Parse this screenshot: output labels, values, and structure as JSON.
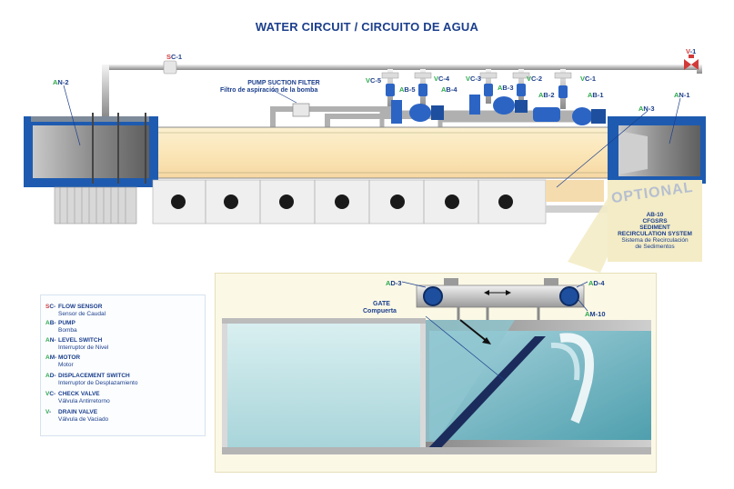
{
  "title": "WATER CIRCUIT / CIRCUITO DE AGUA",
  "tags": {
    "sc1": {
      "prefix": "S",
      "rest": "C-1"
    },
    "v1": {
      "prefix": "V",
      "rest": "-1"
    },
    "an2": {
      "prefix": "A",
      "rest": "N-2"
    },
    "an1": {
      "prefix": "A",
      "rest": "N-1"
    },
    "an3": {
      "prefix": "A",
      "rest": "N-3"
    },
    "vc5": {
      "prefix": "V",
      "rest": "C-5"
    },
    "vc4": {
      "prefix": "V",
      "rest": "C-4"
    },
    "vc3": {
      "prefix": "V",
      "rest": "C-3"
    },
    "vc2": {
      "prefix": "V",
      "rest": "C-2"
    },
    "vc1": {
      "prefix": "V",
      "rest": "C-1"
    },
    "ab5": {
      "prefix": "A",
      "rest": "B-5"
    },
    "ab4": {
      "prefix": "A",
      "rest": "B-4"
    },
    "ab3": {
      "prefix": "A",
      "rest": "B-3"
    },
    "ab2": {
      "prefix": "A",
      "rest": "B-2"
    },
    "ab1": {
      "prefix": "A",
      "rest": "B-1"
    },
    "ad3": {
      "prefix": "A",
      "rest": "D-3"
    },
    "ad4": {
      "prefix": "A",
      "rest": "D-4"
    },
    "am10": {
      "prefix": "A",
      "rest": "M-10"
    }
  },
  "pump_filter": {
    "en": "PUMP SUCTION FILTER",
    "es": "Filtro de aspiración de la bomba"
  },
  "optional": {
    "stamp": "OPTIONAL",
    "code": "AB-10",
    "model": "CFGSRS",
    "line1": "SEDIMENT",
    "line2": "RECIRCULATION SYSTEM",
    "line3": "Sistema de Recirculación",
    "line4": "de Sedimentos"
  },
  "gate": {
    "en": "GATE",
    "es": "Compuerta"
  },
  "legend": [
    {
      "key_prefix": "S",
      "key_rest": "C-",
      "en": "FLOW SENSOR",
      "es": "Sensor de Caudal"
    },
    {
      "key_prefix": "A",
      "key_rest": "B-",
      "en": "PUMP",
      "es": "Bomba"
    },
    {
      "key_prefix": "A",
      "key_rest": "N-",
      "en": "LEVEL SWITCH",
      "es": "Interruptor de Nivel"
    },
    {
      "key_prefix": "A",
      "key_rest": "M-",
      "en": "MOTOR",
      "es": "Motor"
    },
    {
      "key_prefix": "A",
      "key_rest": "D-",
      "en": "DISPLACEMENT SWITCH",
      "es": "Interruptor de Desplazamiento"
    },
    {
      "key_prefix": "V",
      "key_rest": "C-",
      "en": "CHECK VALVE",
      "es": "Válvula Antirretorno"
    },
    {
      "key_prefix": "V",
      "key_rest": "-",
      "en": "DRAIN VALVE",
      "es": "Válvula de Vaciado"
    }
  ],
  "colors": {
    "title": "#1c3f8c",
    "sensor": "#d23a3a",
    "component": "#2aa84a",
    "frame": "#1e5bb0",
    "water": "#bfe3e6"
  }
}
